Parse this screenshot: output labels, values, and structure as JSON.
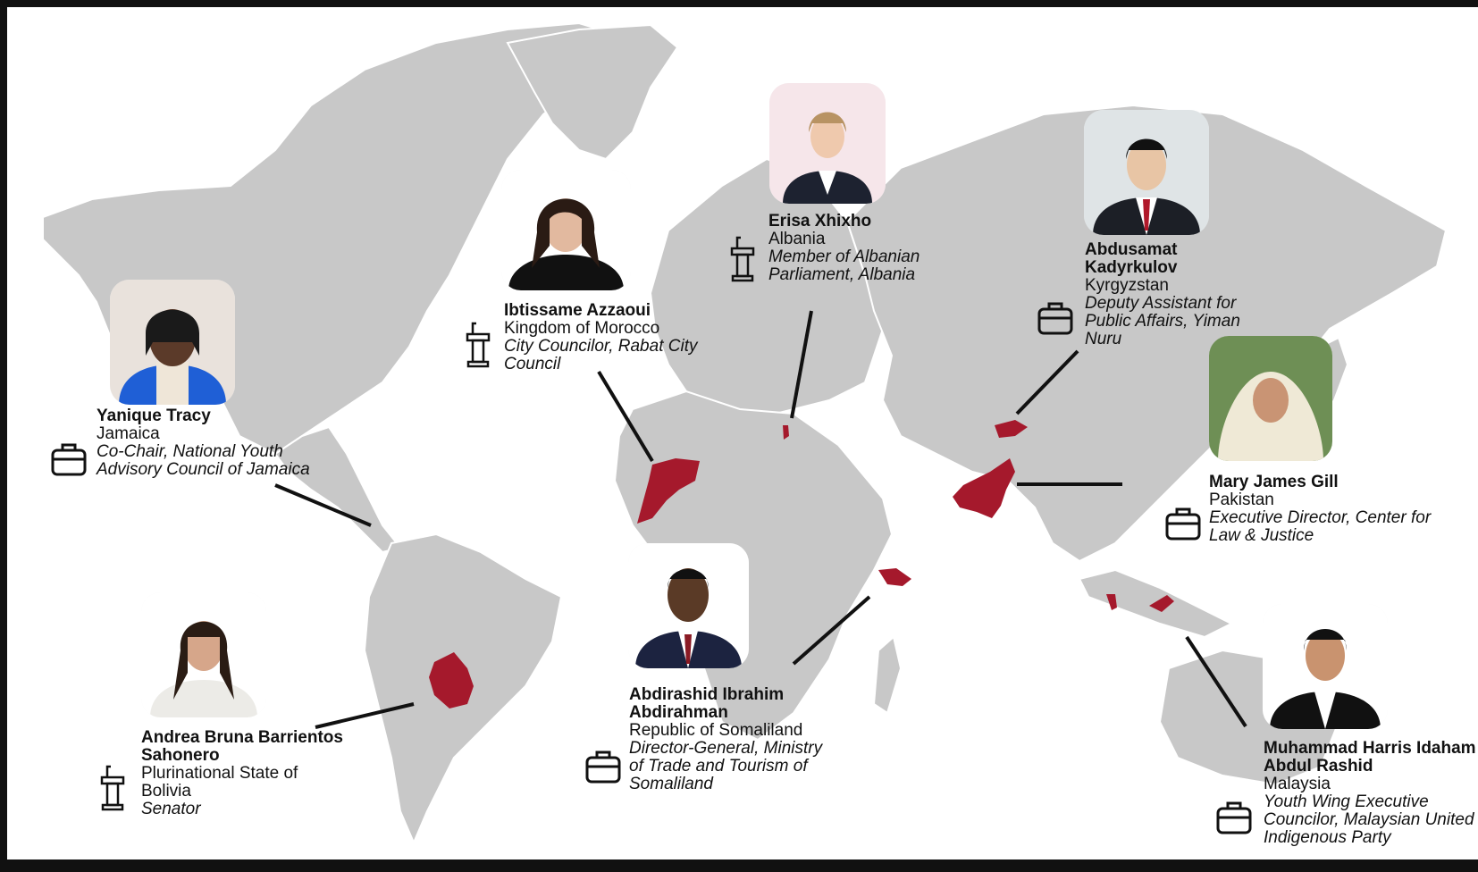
{
  "colors": {
    "land": "#c8c8c8",
    "highlight": "#a5192c",
    "border": "#ffffff",
    "line": "#111111"
  },
  "people": [
    {
      "name": "Yanique Tracy",
      "country": "Jamaica",
      "role": "Co-Chair, National Youth Advisory Council of Jamaica",
      "icon": "briefcase-icon"
    },
    {
      "name": "Ibtissame Azzaoui",
      "country": "Kingdom of Morocco",
      "role": "City Councilor, Rabat City Council",
      "icon": "podium-icon"
    },
    {
      "name": "Erisa Xhixho",
      "country": "Albania",
      "role": "Member of Albanian Parliament, Albania",
      "icon": "podium-icon"
    },
    {
      "name": "Abdusamat Kadyrkulov",
      "country": "Kyrgyzstan",
      "role": "Deputy Assistant for Public Affairs, Yiman Nuru",
      "icon": "briefcase-icon"
    },
    {
      "name": "Mary James Gill",
      "country": "Pakistan",
      "role": "Executive Director, Center for Law & Justice",
      "icon": "briefcase-icon"
    },
    {
      "name": "Abdirashid Ibrahim Abdirahman",
      "country": "Republic of Somaliland",
      "role": "Director-General, Ministry of Trade and Tourism of Somaliland",
      "icon": "briefcase-icon"
    },
    {
      "name": "Andrea Bruna Barrientos Sahonero",
      "country": "Plurinational State of Bolivia",
      "role": "Senator",
      "icon": "podium-icon"
    },
    {
      "name": "Muhammad Harris Idaham Abdul Rashid",
      "country": "Malaysia",
      "role": "Youth Wing Executive Councilor, Malaysian United Indigenous Party",
      "icon": "briefcase-icon"
    }
  ]
}
